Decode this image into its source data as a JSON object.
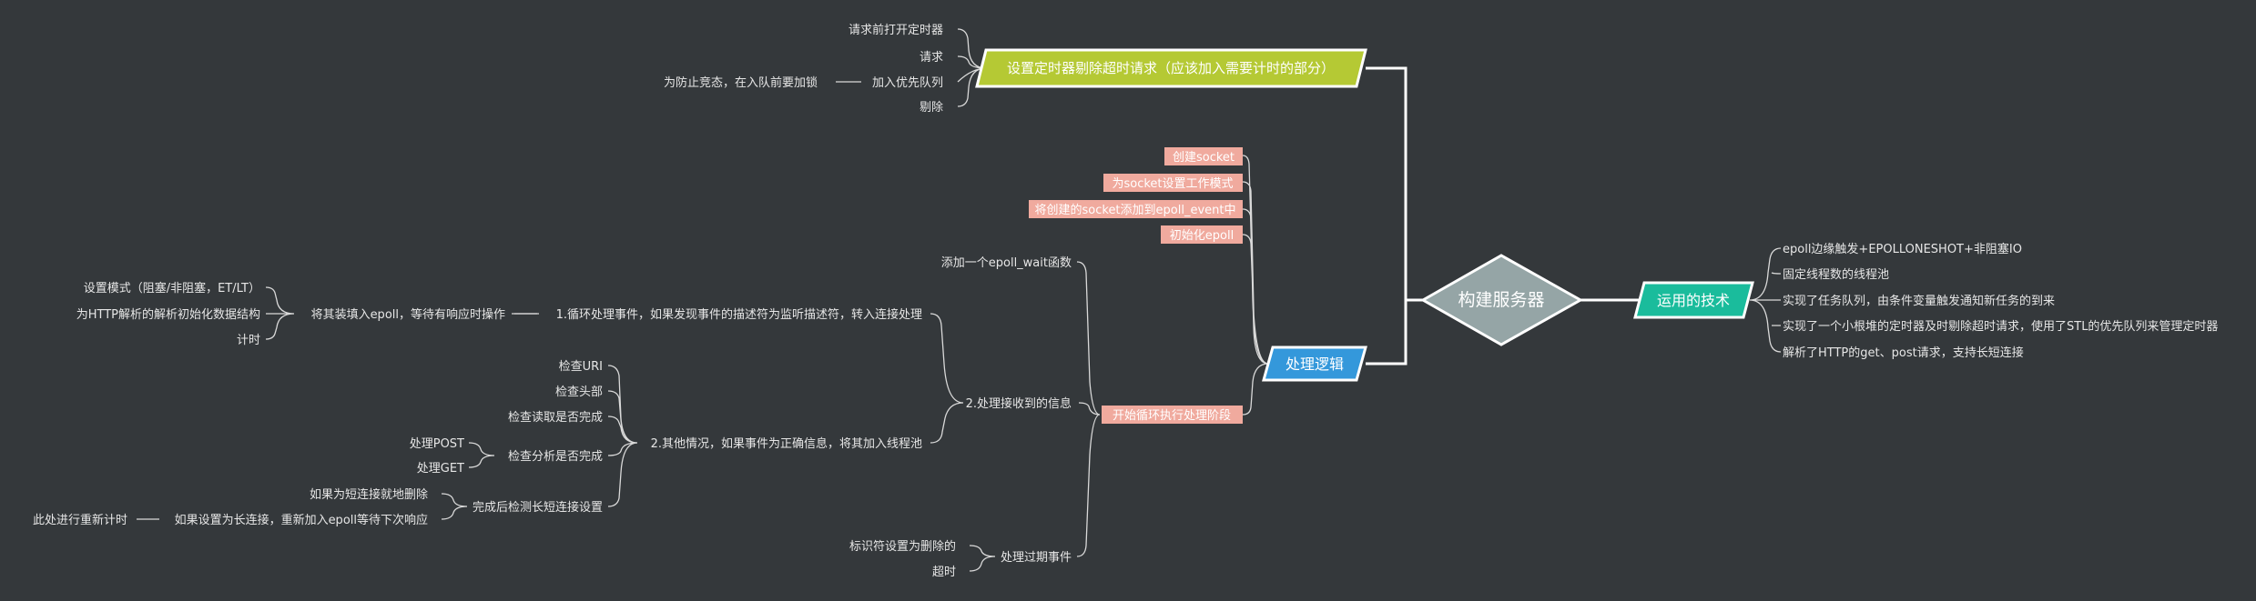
{
  "root": {
    "label": "构建服务器"
  },
  "tech": {
    "label": "运用的技术",
    "items": [
      "epoll边缘触发+EPOLLONESHOT+非阻塞IO",
      "固定线程数的线程池",
      "实现了任务队列，由条件变量触发通知新任务的到来",
      "实现了一个小根堆的定时器及时剔除超时请求，使用了STL的优先队列来管理定时器",
      "解析了HTTP的get、post请求，支持长短连接"
    ]
  },
  "timer": {
    "label": "设置定时器剔除超时请求（应该加入需要计时的部分）",
    "items": [
      "请求前打开定时器",
      "请求",
      "加入优先队列",
      "剔除"
    ],
    "note": "为防止竞态，在入队前要加锁"
  },
  "logic": {
    "label": "处理逻辑",
    "steps": [
      "创建socket",
      "为socket设置工作模式",
      "将创建的socket添加到epoll_event中",
      "初始化epoll",
      "开始循环执行处理阶段"
    ]
  },
  "loop": {
    "children": [
      "添加一个epoll_wait函数",
      "2.处理接收到的信息",
      "处理过期事件"
    ],
    "step1": "1.循环处理事件，如果发现事件的描述符为监听描述符，转入连接处理",
    "step1_child": "将其装填入epoll，等待有响应时操作",
    "step1_items": [
      "设置模式（阻塞/非阻塞，ET/LT）",
      "为HTTP解析的解析初始化数据结构",
      "计时"
    ],
    "step2": "2.其他情况，如果事件为正确信息，将其加入线程池",
    "checks": [
      "检查URI",
      "检查头部",
      "检查读取是否完成",
      "检查分析是否完成",
      "完成后检测长短连接设置"
    ],
    "analysis": [
      "处理POST",
      "处理GET"
    ],
    "conn": [
      "如果为短连接就地删除",
      "如果设置为长连接，重新加入epoll等待下次响应"
    ],
    "conn_note": "此处进行重新计时",
    "expire": [
      "标识符设置为删除的",
      "超时"
    ]
  }
}
